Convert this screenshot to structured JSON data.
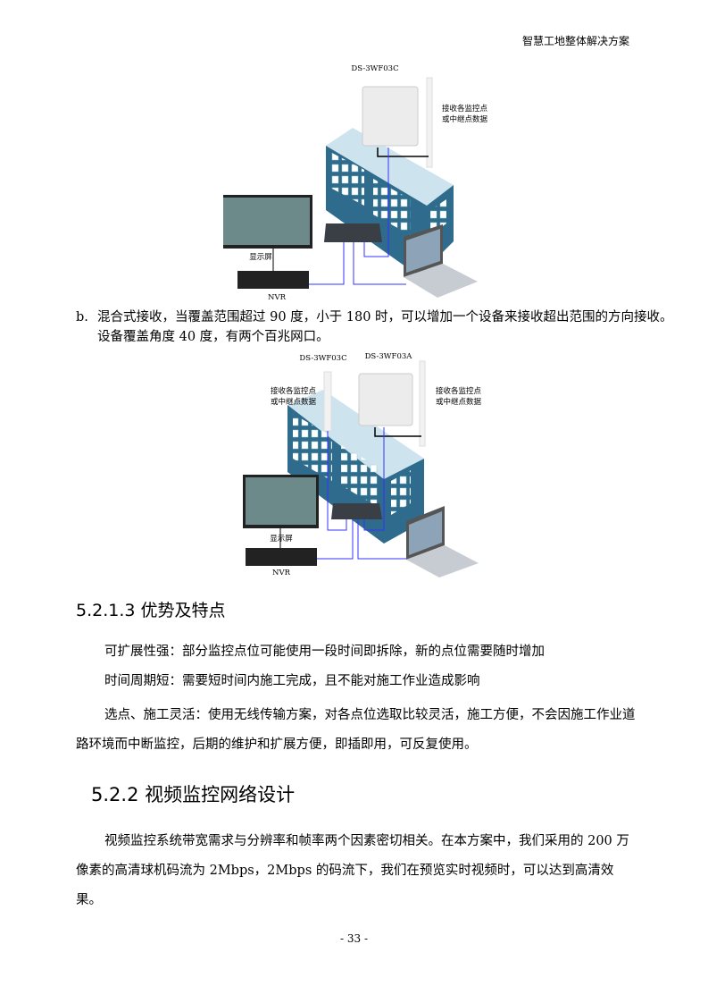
{
  "header": {
    "title": "智慧工地整体解决方案"
  },
  "diagram1": {
    "ap_label": "DS-3WF03C",
    "note_line1": "接收各监控点",
    "note_line2": "或中继点数据",
    "monitor_label": "显示屏",
    "nvr_label": "NVR"
  },
  "item_b": {
    "marker": "b.",
    "line1": "混合式接收，当覆盖范围超过 90 度，小于 180 时，可以增加一个设备来接收超出范围的方向接收。",
    "line2": "设备覆盖角度 40 度，有两个百兆网口。"
  },
  "diagram2": {
    "ap_left_label": "DS-3WF03C",
    "ap_right_label": "DS-3WF03A",
    "left_note_line1": "接收各监控点",
    "left_note_line2": "或中继点数据",
    "right_note_line1": "接收各监控点",
    "right_note_line2": "或中继点数据",
    "monitor_label": "显示屏",
    "nvr_label": "NVR"
  },
  "section_5213": {
    "heading": "5.2.1.3  优势及特点",
    "p1": "可扩展性强：部分监控点位可能使用一段时间即拆除，新的点位需要随时增加",
    "p2": "时间周期短：需要短时间内施工完成，且不能对施工作业造成影响",
    "p3": "选点、施工灵活：使用无线传输方案，对各点位选取比较灵活，施工方便，不会因施工作业道路环境而中断监控，后期的维护和扩展方便，即插即用，可反复使用。"
  },
  "section_522": {
    "heading": "5.2.2  视频监控网络设计",
    "p1": "视频监控系统带宽需求与分辨率和帧率两个因素密切相关。在本方案中，我们采用的 200 万像素的高清球机码流为 2Mbps，2Mbps 的码流下，我们在预览实时视频时，可以达到高清效果。"
  },
  "footer": {
    "page_number": "- 33 -"
  }
}
